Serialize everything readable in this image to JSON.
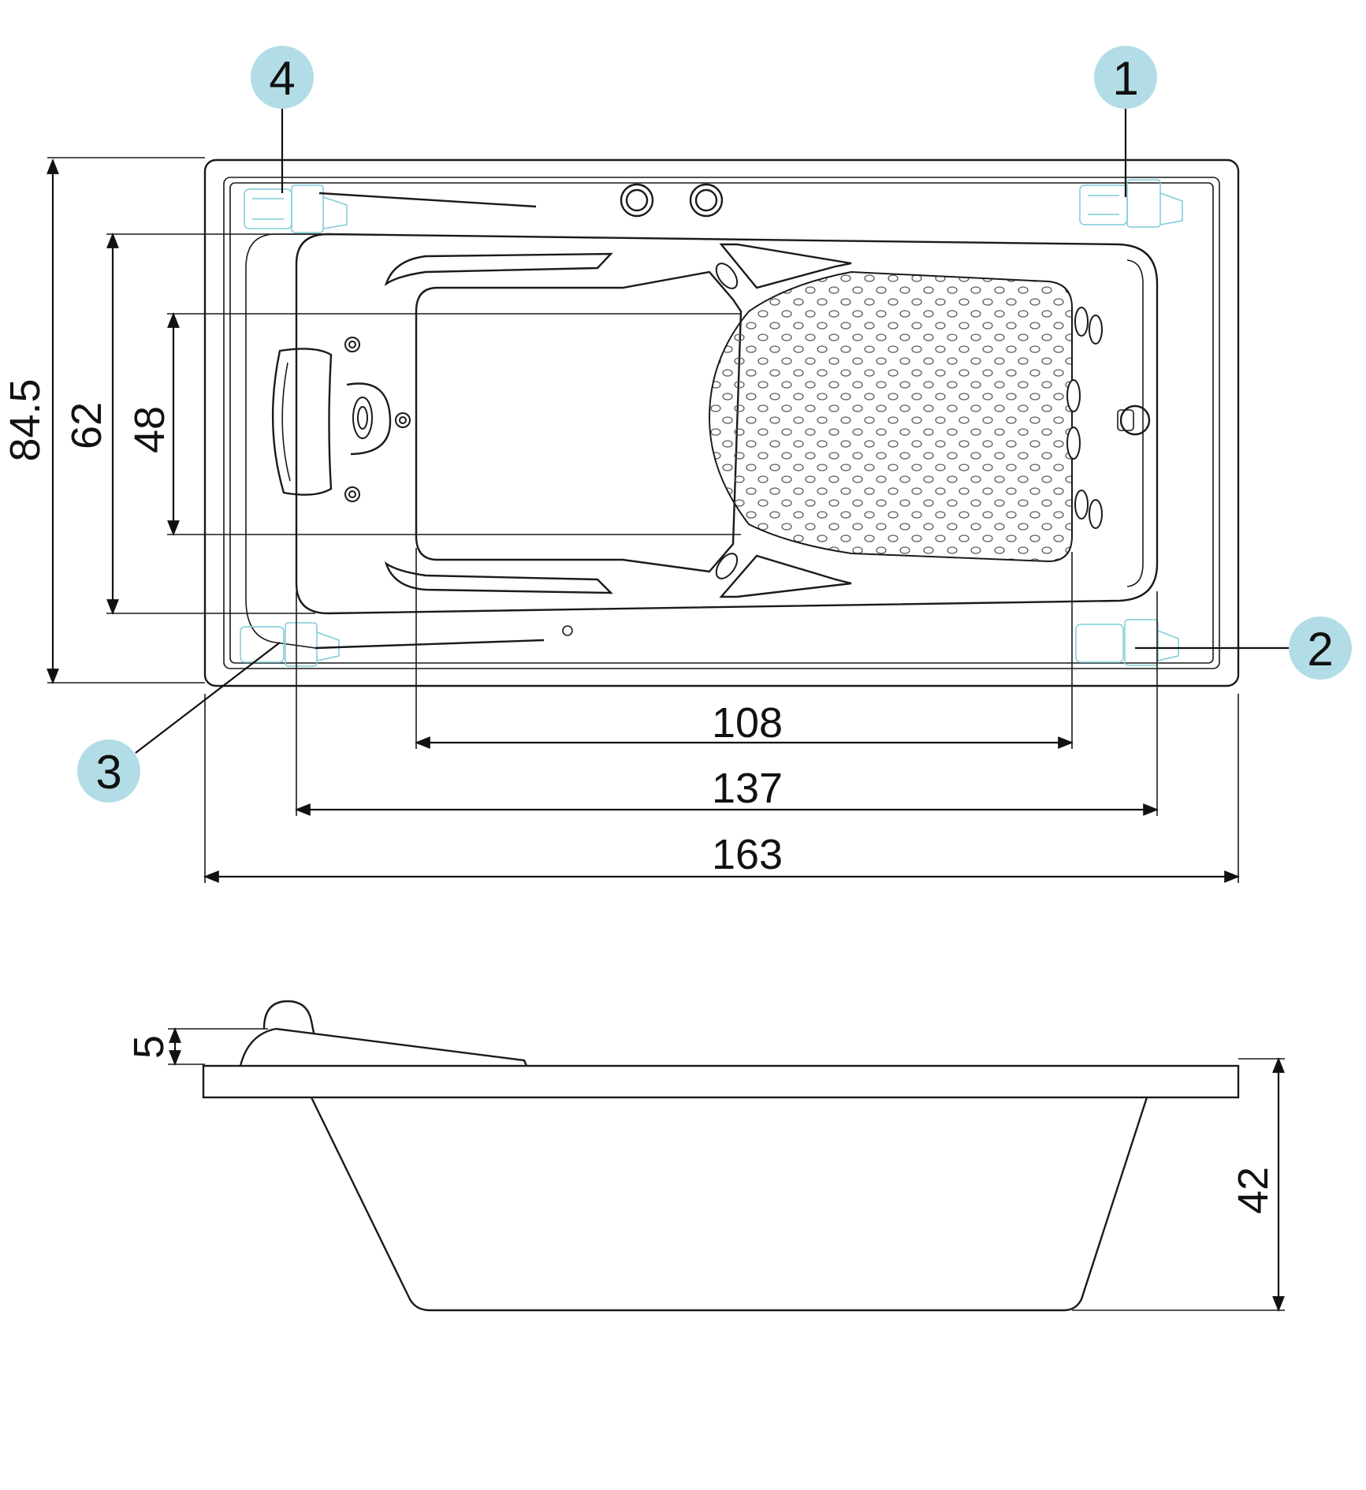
{
  "callout_color": "#b2dde6",
  "components_color": "#7ecbd8",
  "callouts": [
    {
      "label": "4"
    },
    {
      "label": "1"
    },
    {
      "label": "3"
    },
    {
      "label": "2"
    }
  ],
  "dimensions": {
    "overall_length": "163",
    "inner_length": "137",
    "floor_length": "108",
    "overall_width": "84.5",
    "inner_width": "62",
    "floor_width": "48",
    "headrest_height": "5",
    "depth": "42"
  }
}
